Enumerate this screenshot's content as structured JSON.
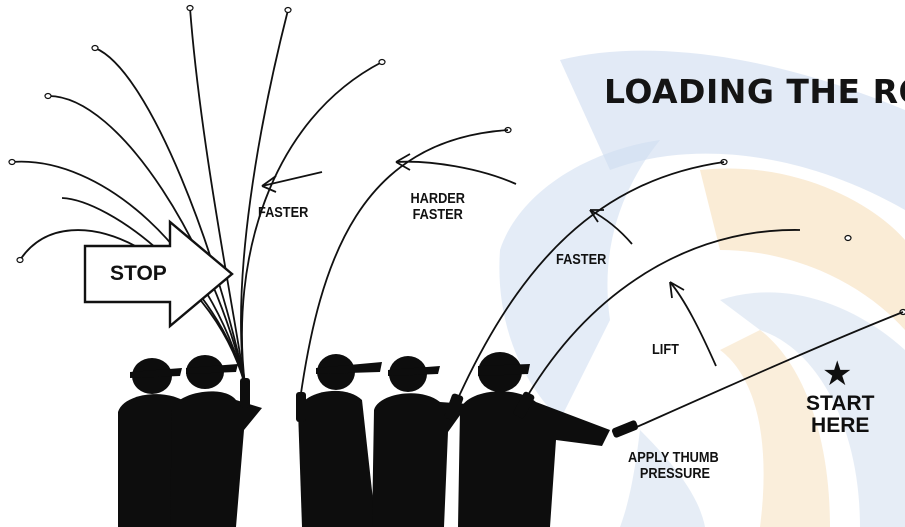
{
  "diagram": {
    "title": "LOADING THE ROD",
    "labels": {
      "stop": "STOP",
      "faster_left": "FASTER",
      "harder": "HARDER",
      "faster_mid": "FASTER",
      "faster_right": "FASTER",
      "lift": "LIFT",
      "apply_line1": "APPLY THUMB",
      "apply_line2": "PRESSURE",
      "start_line1": "START",
      "start_line2": "HERE"
    },
    "star_glyph": "★"
  },
  "colors": {
    "ink": "#111111",
    "watermark_blue": "#c9d9ee",
    "watermark_orange": "#f6dfbd"
  }
}
